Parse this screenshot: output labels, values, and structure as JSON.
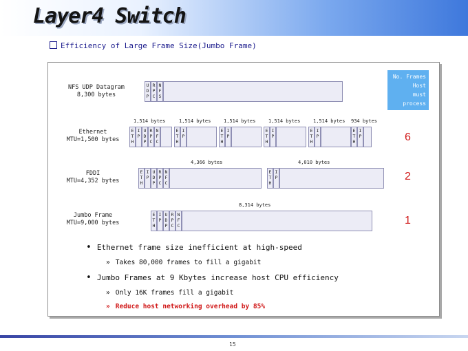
{
  "title": "Layer4 Switch",
  "subtitle": "Efficiency of Large Frame Size(Jumbo Frame)",
  "column_header": [
    "No. Frames",
    "Host",
    "must",
    "process"
  ],
  "rows": [
    {
      "label_line1": "NFS UDP Datagram",
      "label_line2": "8,300 bytes",
      "count": "",
      "byte_labels": [],
      "headers": [
        [
          "U",
          "D",
          "P"
        ],
        [
          "R",
          "P",
          "C"
        ],
        [
          "N",
          "F",
          "S"
        ]
      ]
    },
    {
      "label_line1": "Ethernet",
      "label_line2": "MTU=1,500 bytes",
      "count": "6",
      "byte_labels": [
        "1,514 bytes",
        "1,514 bytes",
        "1,514 bytes",
        "1,514 bytes",
        "1,514 bytes",
        "934 bytes"
      ],
      "headers": [
        [
          "E",
          "T",
          "H"
        ],
        [
          "I",
          "P"
        ],
        [
          "U",
          "D",
          "P"
        ],
        [
          "R",
          "P",
          "C"
        ],
        [
          "N",
          "F",
          "C"
        ]
      ]
    },
    {
      "label_line1": "FDDI",
      "label_line2": "MTU=4,352 bytes",
      "count": "2",
      "byte_labels": [
        "4,366 bytes",
        "4,010 bytes"
      ],
      "headers": [
        [
          "E",
          "T",
          "H"
        ],
        [
          "I",
          "P"
        ],
        [
          "U",
          "D",
          "P"
        ],
        [
          "R",
          "P",
          "C"
        ],
        [
          "N",
          "F",
          "C"
        ]
      ]
    },
    {
      "label_line1": "Jumbo Frame",
      "label_line2": "MTU=9,000 bytes",
      "count": "1",
      "byte_labels": [
        "8,314 bytes"
      ],
      "headers": [
        [
          "E",
          "T",
          "H"
        ],
        [
          "I",
          "P"
        ],
        [
          "U",
          "D",
          "P"
        ],
        [
          "R",
          "P",
          "C"
        ],
        [
          "N",
          "F",
          "C"
        ]
      ]
    }
  ],
  "bullets": [
    {
      "level": 1,
      "text": "Ethernet frame size inefficient at high-speed",
      "highlight": false
    },
    {
      "level": 2,
      "text": "Takes 80,000 frames to fill a gigabit",
      "highlight": false
    },
    {
      "level": 1,
      "text": "Jumbo Frames at 9 Kbytes increase host CPU efficiency",
      "highlight": false
    },
    {
      "level": 2,
      "text": "Only 16K frames fill a gigabit",
      "highlight": false
    },
    {
      "level": 2,
      "text": "Reduce host networking overhead by 85%",
      "highlight": true
    }
  ],
  "page_number": "15",
  "colors": {
    "header_box": "#5fb0f0",
    "count_text": "#d01818",
    "title_gradient_end": "#3e78dc",
    "frame_fill": "#ececf6"
  }
}
